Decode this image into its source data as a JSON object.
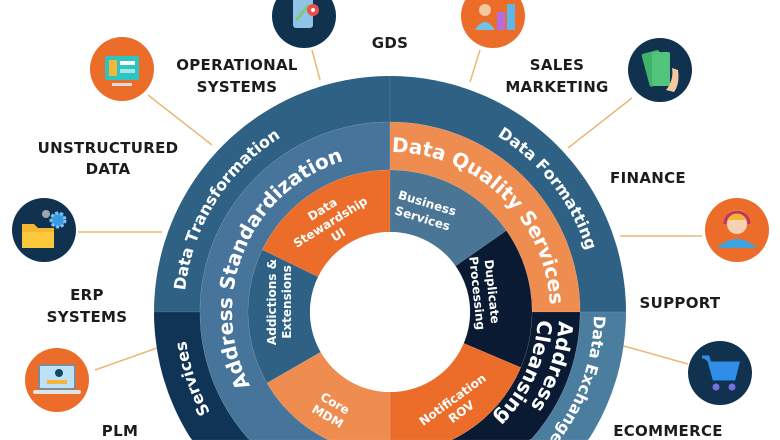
{
  "colors": {
    "outer_ring": "#2e6183",
    "outer_ring_dark": "#0f3455",
    "outer_ring_light": "#4b7d9f",
    "middle_ring": "#46749a",
    "quality": "#ef8c50",
    "navy": "#0b1a33",
    "orange": "#ec6d2a",
    "light_orange": "#ef8c50",
    "inner_blue": "#4a7594",
    "inner_dark_blue": "#2e6183",
    "connector": "#e9b872",
    "icon_navy": "#10324f",
    "icon_orange": "#ec6d2a"
  },
  "outer_ring": {
    "data_transformation": "Data Transformation",
    "data_formatting": "Data Formatting",
    "data_exchange": "Data Exchange",
    "services": "Services"
  },
  "middle_ring": {
    "data_quality_services": "Data Quality Services",
    "address_standardization": "Address Standardization",
    "address_cleansing": "Address Cleansing"
  },
  "inner_ring": {
    "data_stewardship": [
      "Data",
      "Stewardship",
      "UI"
    ],
    "business_services": [
      "Business",
      "Services"
    ],
    "duplicate_processing": [
      "Duplicate",
      "Processing"
    ],
    "notification_rov": [
      "Notification",
      "ROV"
    ],
    "core_mdm": [
      "Core",
      "MDM"
    ],
    "addictions_extensions": [
      "Addictions &",
      "Extensions"
    ]
  },
  "systems": {
    "gds": [
      "GDS"
    ],
    "operational": [
      "OPERATIONAL",
      "SYSTEMS"
    ],
    "sales_marketing": [
      "SALES",
      "MARKETING"
    ],
    "unstructured": [
      "UNSTRUCTURED",
      "DATA"
    ],
    "finance": [
      "FINANCE"
    ],
    "erp": [
      "ERP",
      "SYSTEMS"
    ],
    "support": [
      "SUPPORT"
    ],
    "plm": [
      "PLM"
    ],
    "ecommerce": [
      "ECOMMERCE"
    ]
  },
  "icons": [
    "map-phone-icon",
    "monitor-icon",
    "folder-gear-icon",
    "laptop-login-icon",
    "sales-growth-icon",
    "money-hand-icon",
    "headset-agent-icon",
    "shopping-cart-icon"
  ]
}
